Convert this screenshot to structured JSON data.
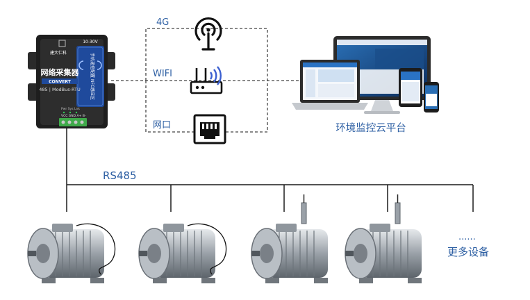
{
  "gateway": {
    "title": "网络采集器",
    "subtitle": "CONVERT",
    "model": "485 | ModBus-RTU",
    "voltage": "10-30V",
    "brand": "建大仁科",
    "nfc_text": "手机遥控配置 NFC感应区",
    "status_labels": "Pwr  Sys  Lnk",
    "port_labels": "VCC GND A+  B-"
  },
  "links": [
    {
      "label": "4G",
      "icon": "antenna-icon"
    },
    {
      "label": "WIFI",
      "icon": "router-icon"
    },
    {
      "label": "网口",
      "icon": "ethernet-port-icon"
    }
  ],
  "platform": {
    "label": "环境监控云平台"
  },
  "bus": {
    "label": "RS485"
  },
  "devices": [
    {
      "icon": "motor-icon"
    },
    {
      "icon": "motor-icon"
    },
    {
      "icon": "motor-with-sensor-icon"
    },
    {
      "icon": "motor-with-sensor-icon"
    }
  ],
  "more_devices": {
    "dots": "......",
    "label": "更多设备"
  },
  "colors": {
    "label_blue": "#2d5fa3",
    "gateway_blue": "#1f4a9c",
    "line": "#222222"
  }
}
